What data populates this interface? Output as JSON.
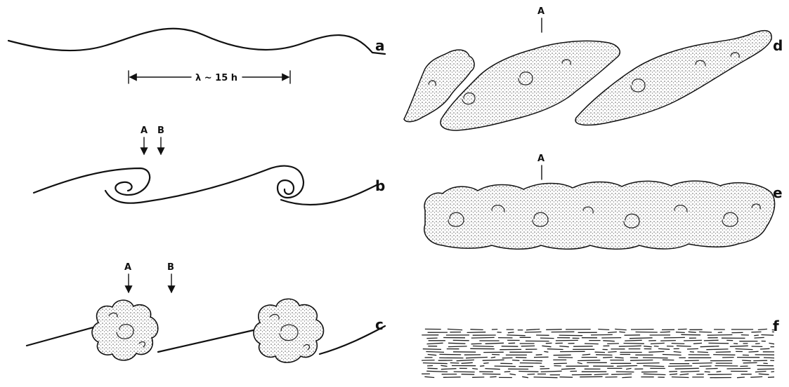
{
  "panels": {
    "a": {
      "label": "a",
      "wavelength_label": "λ ~ 15 h"
    },
    "b": {
      "label": "b",
      "marker_a": "A",
      "marker_b": "B"
    },
    "c": {
      "label": "c",
      "marker_a": "A",
      "marker_b": "B"
    },
    "d": {
      "label": "d",
      "marker_a": "A"
    },
    "e": {
      "label": "e",
      "marker_a": "A"
    },
    "f": {
      "label": "f"
    }
  },
  "colors": {
    "ink": "#111111",
    "stipple": "#555555",
    "background": "#ffffff"
  }
}
